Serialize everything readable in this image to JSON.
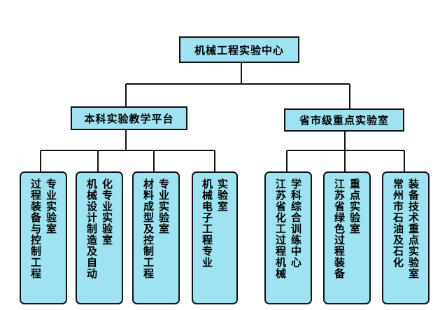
{
  "root": {
    "label": "机械工程实验中心"
  },
  "branches": [
    {
      "label": "本科实验教学平台",
      "children": [
        {
          "columns": [
            "专业实验室",
            "过程装备与控制工程"
          ]
        },
        {
          "columns": [
            "化专业实验室",
            "机械设计制造及自动"
          ]
        },
        {
          "columns": [
            "专业实验室",
            "材料成型及控制工程"
          ]
        },
        {
          "columns": [
            "实验室",
            "机械电子工程专业"
          ]
        }
      ]
    },
    {
      "label": "省市级重点实验室",
      "children": [
        {
          "columns": [
            "学科综合训练中心",
            "江苏省化工过程机械"
          ]
        },
        {
          "columns": [
            "重点实验室",
            "江苏省绿色过程装备"
          ]
        },
        {
          "columns": [
            "装备技术重点实验室",
            "常州市石油及石化"
          ]
        }
      ]
    }
  ]
}
